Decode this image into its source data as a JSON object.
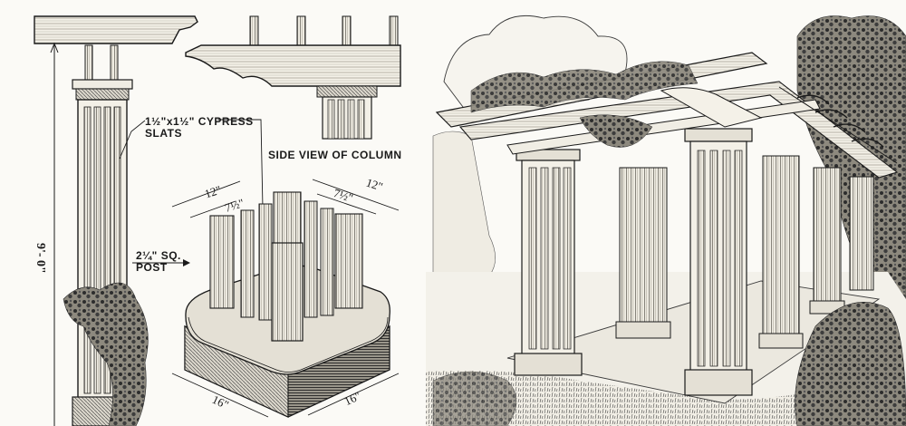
{
  "labels": {
    "cypress_slats": "1½\"x1½\" CYPRESS\nSLATS",
    "side_view": "SIDE VIEW OF COLUMN",
    "post": "2¼\" SQ.\nPOST",
    "height": "9'- 0\""
  },
  "dimensions": {
    "top_left_outer": "12\"",
    "top_left_inner": "7½\"",
    "top_right_inner": "7½\"",
    "top_right_outer": "12\"",
    "base_left": "16\"",
    "base_right": "16\""
  },
  "colors": {
    "ink": "#1a1a1a",
    "paper": "#fbfaf6",
    "foliage": "#3d3d3d"
  }
}
